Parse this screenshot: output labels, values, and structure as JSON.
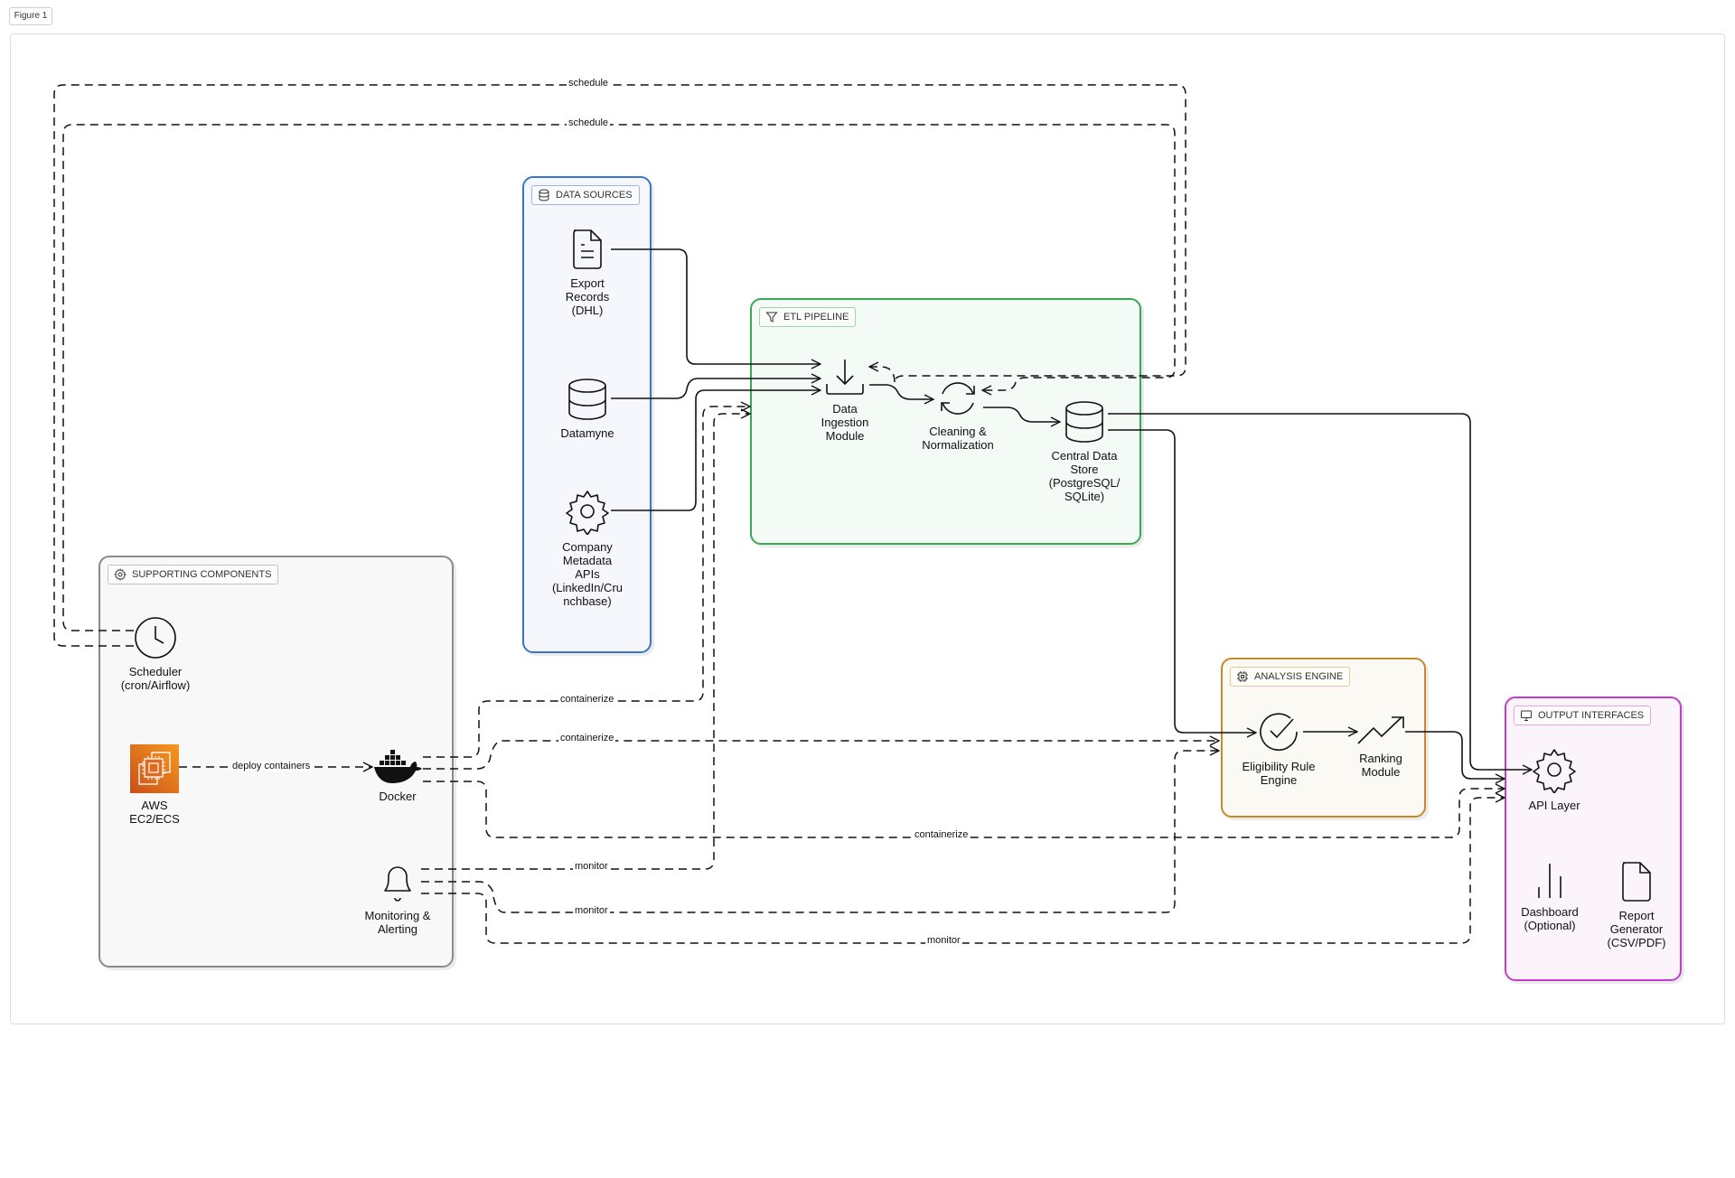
{
  "figure_label": "Figure 1",
  "colors": {
    "data_sources": "#3b74c9",
    "etl_pipeline": "#3aa853",
    "supporting": "#8a8a8a",
    "analysis": "#c8882a",
    "output": "#c43ccf",
    "aws": "#e8741c"
  },
  "groups": {
    "data_sources": {
      "title": "DATA SOURCES",
      "icon": "database-icon",
      "nodes": [
        {
          "label": "Export\nRecords\n(DHL)",
          "icon": "document-icon"
        },
        {
          "label": "Datamyne",
          "icon": "database-icon"
        },
        {
          "label": "Company\nMetadata\nAPIs\n(LinkedIn/Cru\nnchbase)",
          "icon": "gear-icon"
        }
      ]
    },
    "etl_pipeline": {
      "title": "ETL PIPELINE",
      "icon": "filter-icon",
      "nodes": [
        {
          "label": "Data\nIngestion\nModule",
          "icon": "download-icon"
        },
        {
          "label": "Cleaning &\nNormalization",
          "icon": "refresh-icon"
        },
        {
          "label": "Central Data\nStore\n(PostgreSQL/\nSQLite)",
          "icon": "database-icon"
        }
      ]
    },
    "supporting": {
      "title": "SUPPORTING COMPONENTS",
      "icon": "gear-icon",
      "nodes": [
        {
          "label": "Scheduler\n(cron/Airflow)",
          "icon": "clock-icon"
        },
        {
          "label": "AWS\nEC2/ECS",
          "icon": "aws-ec2-icon"
        },
        {
          "label": "Docker",
          "icon": "docker-icon"
        },
        {
          "label": "Monitoring &\nAlerting",
          "icon": "bell-icon"
        }
      ]
    },
    "analysis": {
      "title": "ANALYSIS ENGINE",
      "icon": "cpu-icon",
      "nodes": [
        {
          "label": "Eligibility Rule\nEngine",
          "icon": "check-circle-icon"
        },
        {
          "label": "Ranking\nModule",
          "icon": "trend-up-icon"
        }
      ]
    },
    "output": {
      "title": "OUTPUT INTERFACES",
      "icon": "monitor-icon",
      "nodes": [
        {
          "label": "API Layer",
          "icon": "gear-icon"
        },
        {
          "label": "Dashboard\n(Optional)",
          "icon": "bar-chart-icon"
        },
        {
          "label": "Report\nGenerator\n(CSV/PDF)",
          "icon": "file-icon"
        }
      ]
    }
  },
  "edge_labels": {
    "schedule_1": "schedule",
    "schedule_2": "schedule",
    "deploy": "deploy containers",
    "containerize_1": "containerize",
    "containerize_2": "containerize",
    "containerize_3": "containerize",
    "monitor_1": "monitor",
    "monitor_2": "monitor",
    "monitor_3": "monitor"
  },
  "edges": [
    {
      "from": "Export Records (DHL)",
      "to": "Data Ingestion Module",
      "style": "solid"
    },
    {
      "from": "Datamyne",
      "to": "Data Ingestion Module",
      "style": "solid"
    },
    {
      "from": "Company Metadata APIs",
      "to": "Data Ingestion Module",
      "style": "solid"
    },
    {
      "from": "Data Ingestion Module",
      "to": "Cleaning & Normalization",
      "style": "solid"
    },
    {
      "from": "Cleaning & Normalization",
      "to": "Central Data Store",
      "style": "solid"
    },
    {
      "from": "Central Data Store",
      "to": "Eligibility Rule Engine",
      "style": "solid"
    },
    {
      "from": "Central Data Store",
      "to": "API Layer",
      "style": "solid"
    },
    {
      "from": "Eligibility Rule Engine",
      "to": "Ranking Module",
      "style": "solid"
    },
    {
      "from": "Ranking Module",
      "to": "API Layer",
      "style": "solid"
    },
    {
      "from": "Scheduler",
      "to": "Data Ingestion Module",
      "style": "dashed",
      "label": "schedule"
    },
    {
      "from": "Scheduler",
      "to": "Cleaning & Normalization",
      "style": "dashed",
      "label": "schedule"
    },
    {
      "from": "AWS EC2/ECS",
      "to": "Docker",
      "style": "dashed",
      "label": "deploy containers"
    },
    {
      "from": "Docker",
      "to": "Data Ingestion Module",
      "style": "dashed",
      "label": "containerize"
    },
    {
      "from": "Docker",
      "to": "Eligibility Rule Engine",
      "style": "dashed",
      "label": "containerize"
    },
    {
      "from": "Docker",
      "to": "API Layer",
      "style": "dashed",
      "label": "containerize"
    },
    {
      "from": "Monitoring & Alerting",
      "to": "Data Ingestion Module",
      "style": "dashed",
      "label": "monitor"
    },
    {
      "from": "Monitoring & Alerting",
      "to": "Eligibility Rule Engine",
      "style": "dashed",
      "label": "monitor"
    },
    {
      "from": "Monitoring & Alerting",
      "to": "API Layer",
      "style": "dashed",
      "label": "monitor"
    }
  ]
}
